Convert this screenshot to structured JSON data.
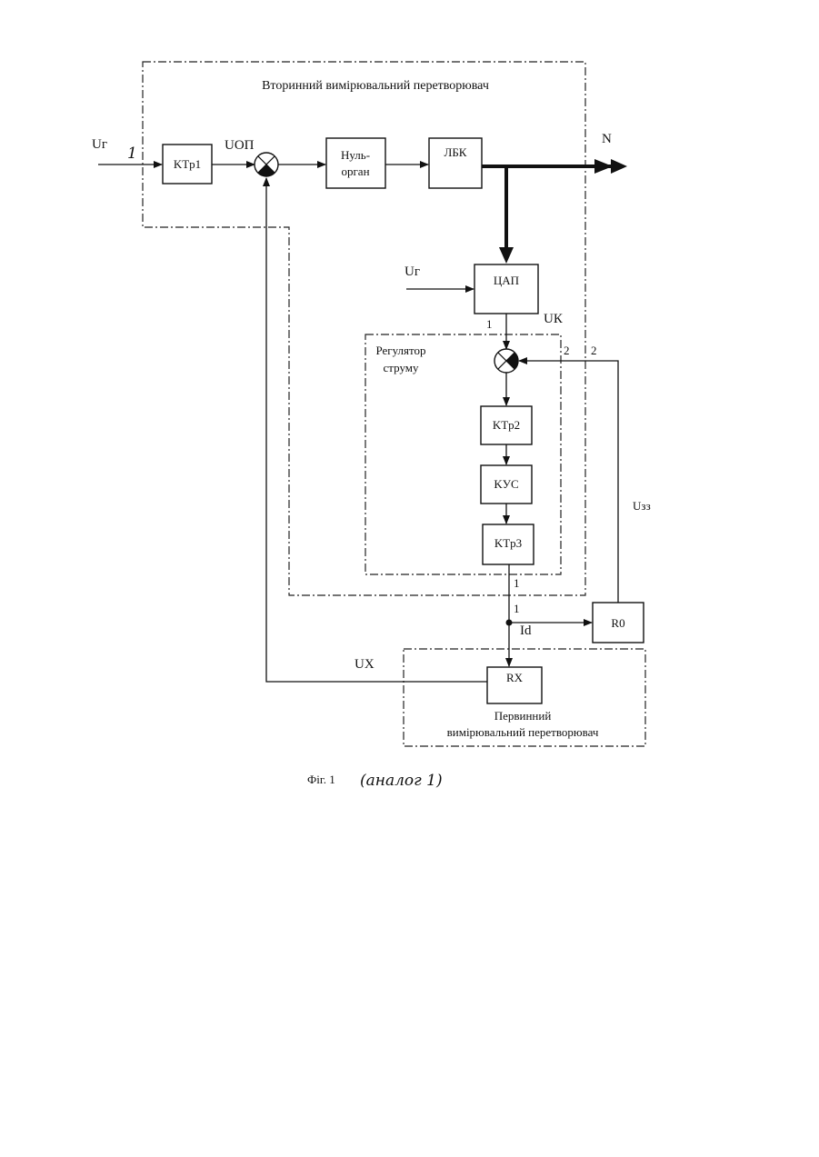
{
  "diagram": {
    "secondary_converter_title": "Вторинний вимірювальний перетворювач",
    "primary_converter_title_line1": "Первинний",
    "primary_converter_title_line2": "вимірювальний перетворювач",
    "current_regulator_line1": "Регулятор",
    "current_regulator_line2": "струму",
    "blocks": {
      "ktr1": "KTp1",
      "null_organ_line1": "Нуль-",
      "null_organ_line2": "орган",
      "lbk": "ЛБК",
      "dac": "ЦАП",
      "ktr2": "KTp2",
      "kus": "KУС",
      "ktr3": "KTp3",
      "r0": "R0",
      "rx": "RX"
    },
    "signals": {
      "ug_input": "Uг",
      "input_marker": "1",
      "u_op": "UОП",
      "n_output": "N",
      "ug_dac": "Uг",
      "uk": "UК",
      "port1_top": "1",
      "port2_a": "2",
      "port2_b": "2",
      "u_zz": "Uзз",
      "port1_bottom_a": "1",
      "port1_bottom_b": "1",
      "id": "Id",
      "ux": "UX"
    },
    "caption": "Фіг. 1",
    "caption_handwritten": "(аналог 1)"
  }
}
